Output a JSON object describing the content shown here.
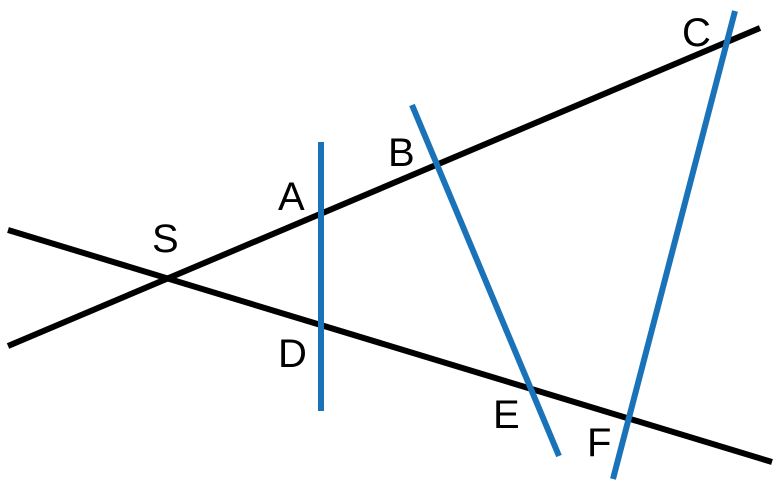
{
  "diagram": {
    "labels": {
      "S": "S",
      "A": "A",
      "B": "B",
      "C": "C",
      "D": "D",
      "E": "E",
      "F": "F"
    },
    "colors": {
      "rays": "#000000",
      "transversals": "#1a73b8"
    }
  }
}
